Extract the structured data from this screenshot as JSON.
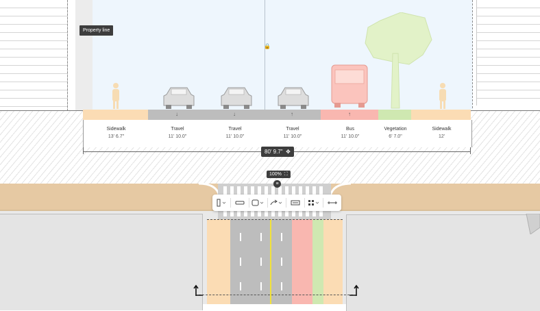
{
  "section": {
    "property_line_label": "Property line",
    "total_width": "80' 9.7\"",
    "lanes": [
      {
        "name": "Sidewalk",
        "width": "13' 6.7\"",
        "color": "#fbdcb4",
        "arrow": ""
      },
      {
        "name": "Travel",
        "width": "11' 10.0\"",
        "color": "#bdbdbd",
        "arrow": "↓"
      },
      {
        "name": "Travel",
        "width": "11' 10.0\"",
        "color": "#bdbdbd",
        "arrow": "↓"
      },
      {
        "name": "Travel",
        "width": "11' 10.0\"",
        "color": "#bdbdbd",
        "arrow": "↑"
      },
      {
        "name": "Bus",
        "width": "11' 10.0\"",
        "color": "#f9b7b0",
        "arrow": "↑"
      },
      {
        "name": "Vegetation",
        "width": "6' 7.0\"",
        "color": "#cfe8b1",
        "arrow": ""
      },
      {
        "name": "Sidewalk",
        "width": "12'",
        "color": "#fbdcb4",
        "arrow": ""
      }
    ]
  },
  "controls": {
    "zoom_label": "100%",
    "fullscreen_icon": "fullscreen-icon"
  },
  "toolbar": {
    "items": [
      "sidewalk-tool-icon",
      "lane-tool-icon",
      "vehicle-tool-icon",
      "turn-arrow-tool-icon",
      "width-tool-icon",
      "grid-tool-icon",
      "more-tool-icon"
    ]
  },
  "colors": {
    "sidewalk": "#fbdcb4",
    "travel": "#bdbdbd",
    "bus": "#f9b7b0",
    "vegetation": "#cfe8b1",
    "plan_sidewalk": "#e6c9a3"
  }
}
